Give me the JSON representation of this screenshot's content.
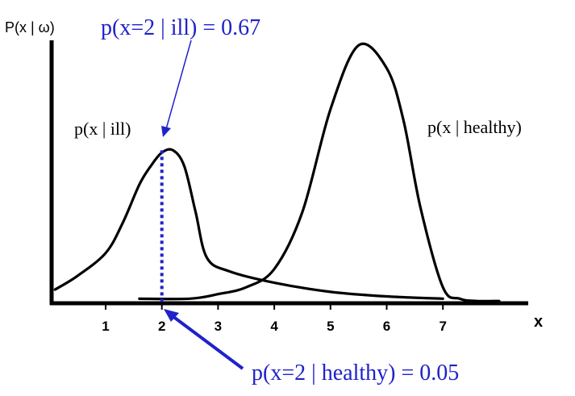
{
  "chart_data": {
    "type": "line",
    "ylabel": "P(x | ω)",
    "xlabel": "x",
    "x_ticks": [
      "1",
      "2",
      "3",
      "4",
      "5",
      "6",
      "7"
    ],
    "grid": false,
    "legend": "none",
    "series": [
      {
        "name": "p(x | ill)",
        "color": "#000000",
        "x": [
          0.1,
          0.5,
          1.0,
          1.3,
          1.6,
          1.8,
          2.0,
          2.2,
          2.4,
          2.6,
          2.8,
          3.2,
          4.0,
          5.0,
          6.0,
          7.0
        ],
        "y": [
          0.06,
          0.12,
          0.22,
          0.35,
          0.52,
          0.6,
          0.66,
          0.67,
          0.6,
          0.4,
          0.2,
          0.14,
          0.09,
          0.05,
          0.03,
          0.02
        ]
      },
      {
        "name": "p(x | healthy)",
        "color": "#000000",
        "x": [
          1.6,
          2.5,
          3.0,
          3.5,
          4.0,
          4.5,
          5.0,
          5.5,
          6.0,
          6.3,
          6.6,
          7.0,
          7.3,
          7.6,
          8.0
        ],
        "y": [
          0.02,
          0.02,
          0.04,
          0.07,
          0.15,
          0.4,
          0.85,
          1.13,
          1.03,
          0.8,
          0.42,
          0.07,
          0.02,
          0.01,
          0.01
        ]
      }
    ],
    "annotations": [
      {
        "text": "p(x=2 | ill) = 0.67",
        "x": 2,
        "y": 0.67,
        "color": "#1f22c8"
      },
      {
        "text": "p(x=2 | healthy) = 0.05",
        "x": 2,
        "y": 0.05,
        "color": "#1f22c8"
      }
    ],
    "marker_line": {
      "x": 2,
      "style": "dotted",
      "color": "#1f22c8"
    }
  }
}
